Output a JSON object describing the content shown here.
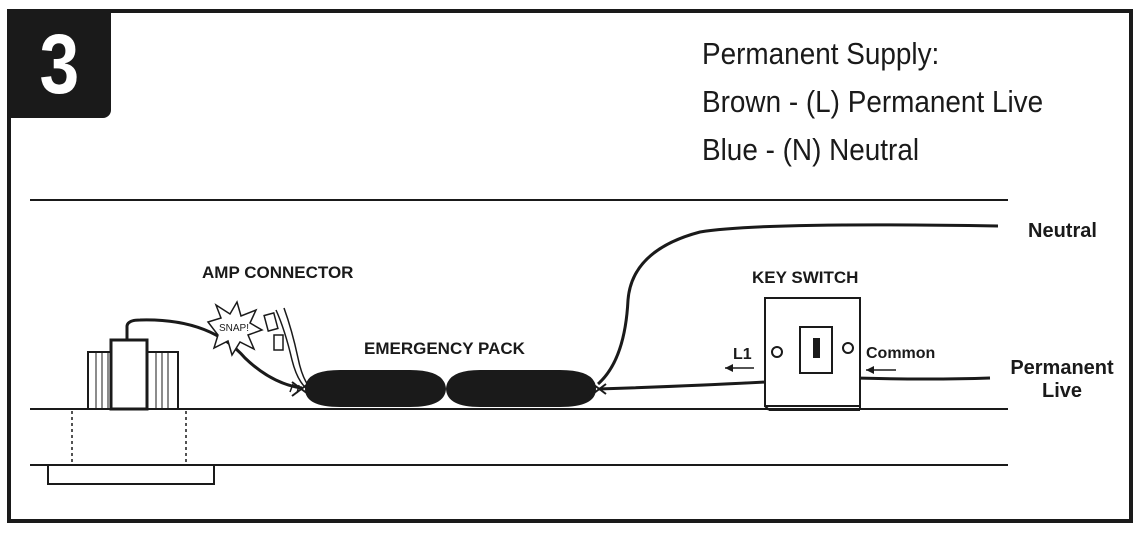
{
  "step": {
    "number": "3"
  },
  "supply": {
    "heading": "Permanent Supply:",
    "brown": "Brown - (L) Permanent Live",
    "blue": "Blue - (N) Neutral"
  },
  "labels": {
    "amp_connector": "AMP CONNECTOR",
    "snap": "SNAP!",
    "emergency_pack": "EMERGENCY PACK",
    "key_switch": "KEY SWITCH",
    "l1": "L1",
    "common": "Common",
    "neutral": "Neutral",
    "permanent_live_1": "Permanent",
    "permanent_live_2": "Live"
  },
  "colors": {
    "ink": "#1a1a1a",
    "background": "#ffffff"
  }
}
